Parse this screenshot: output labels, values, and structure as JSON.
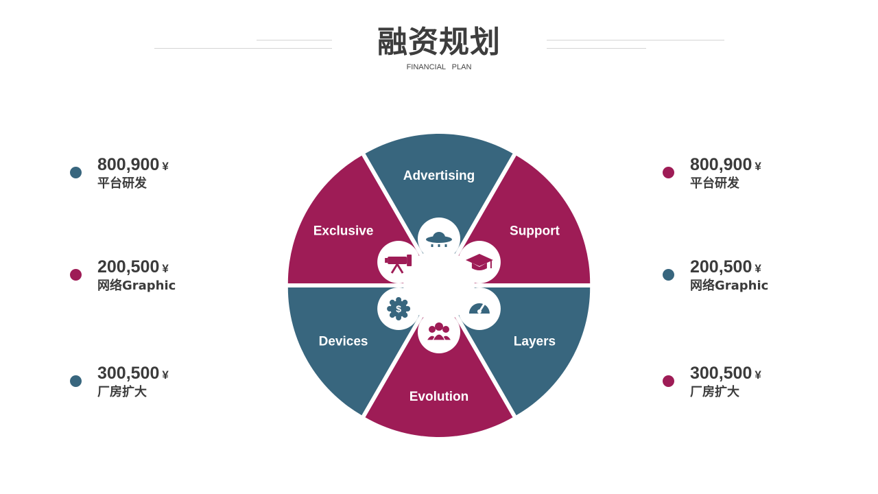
{
  "header": {
    "title": "融资规划",
    "subtitle": "FINANCIAL   PLAN"
  },
  "colors": {
    "blue": "#38667e",
    "crimson": "#9e1c56",
    "text": "#3b3b3b",
    "line": "#d4d4d4"
  },
  "left_items": [
    {
      "value": "800,900",
      "unit": "¥",
      "label": "平台研发",
      "dot_color": "#38667e"
    },
    {
      "value": "200,500",
      "unit": "¥",
      "label": "网络Graphic",
      "dot_color": "#9e1c56"
    },
    {
      "value": "300,500",
      "unit": "¥",
      "label": "厂房扩大",
      "dot_color": "#38667e"
    }
  ],
  "right_items": [
    {
      "value": "800,900",
      "unit": "¥",
      "label": "平台研发",
      "dot_color": "#9e1c56"
    },
    {
      "value": "200,500",
      "unit": "¥",
      "label": "网络Graphic",
      "dot_color": "#38667e"
    },
    {
      "value": "300,500",
      "unit": "¥",
      "label": "厂房扩大",
      "dot_color": "#9e1c56"
    }
  ],
  "wheel": [
    {
      "label": "Advertising",
      "color": "#38667e",
      "icon": "ufo-icon"
    },
    {
      "label": "Support",
      "color": "#9e1c56",
      "icon": "graduation-cap-icon"
    },
    {
      "label": "Layers",
      "color": "#38667e",
      "icon": "speedometer-icon"
    },
    {
      "label": "Evolution",
      "color": "#9e1c56",
      "icon": "people-icon"
    },
    {
      "label": "Devices",
      "color": "#38667e",
      "icon": "dollar-gear-icon"
    },
    {
      "label": "Exclusive",
      "color": "#9e1c56",
      "icon": "telescope-icon"
    }
  ]
}
